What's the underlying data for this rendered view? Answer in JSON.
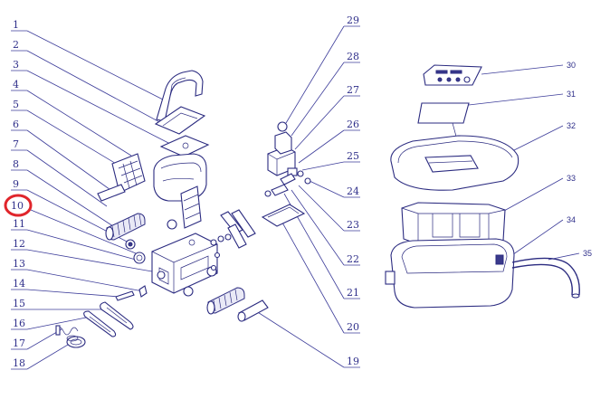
{
  "callouts_left": [
    "1",
    "2",
    "3",
    "4",
    "5",
    "6",
    "7",
    "8",
    "9",
    "10",
    "11",
    "12",
    "13",
    "14",
    "15",
    "16",
    "17",
    "18"
  ],
  "callouts_right": [
    "29",
    "28",
    "27",
    "26",
    "25",
    "24",
    "23",
    "22",
    "21",
    "20",
    "19"
  ],
  "callouts_station": [
    "30",
    "31",
    "32",
    "33",
    "34",
    "35"
  ],
  "highlighted_callout": "10",
  "colors": {
    "ink": "#2b2b80",
    "highlight": "#e0252b"
  }
}
